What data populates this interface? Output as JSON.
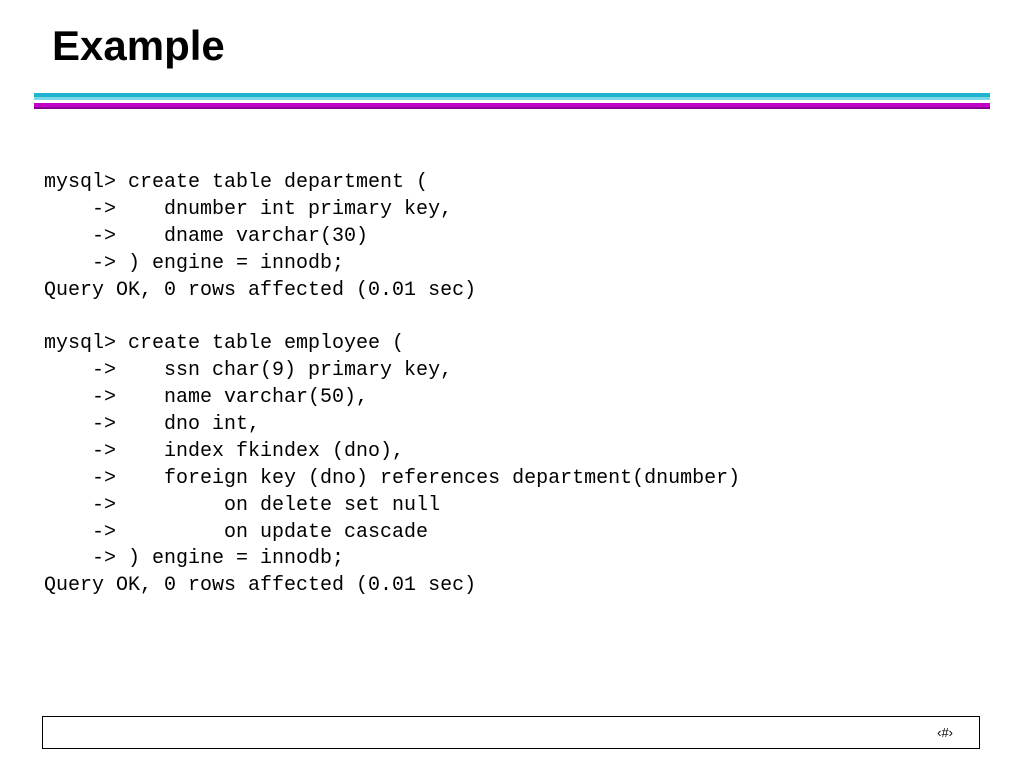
{
  "slide": {
    "title": "Example",
    "slide_number": "‹#›",
    "console_lines": [
      "mysql> create table department (",
      "    ->    dnumber int primary key,",
      "    ->    dname varchar(30)",
      "    -> ) engine = innodb;",
      "Query OK, 0 rows affected (0.01 sec)",
      "",
      "mysql> create table employee (",
      "    ->    ssn char(9) primary key,",
      "    ->    name varchar(50),",
      "    ->    dno int,",
      "    ->    index fkindex (dno),",
      "    ->    foreign key (dno) references department(dnumber)",
      "    ->         on delete set null",
      "    ->         on update cascade",
      "    -> ) engine = innodb;",
      "Query OK, 0 rows affected (0.01 sec)"
    ]
  },
  "colors": {
    "rule_cyan": "#1fb4d0",
    "rule_magenta": "#c000c8"
  }
}
